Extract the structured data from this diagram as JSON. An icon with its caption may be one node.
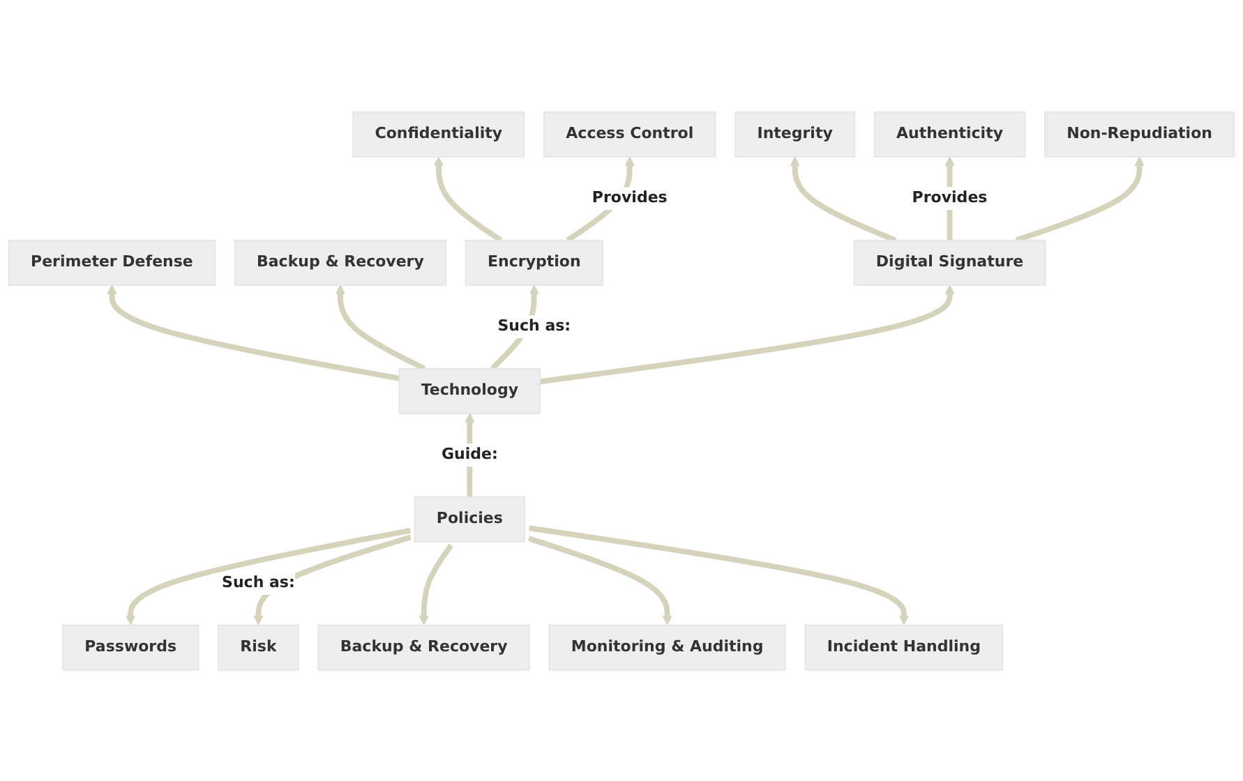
{
  "diagram": {
    "nodes": [
      {
        "text": [
          "Confidentiality"
        ]
      },
      {
        "text": [
          "Access Control"
        ]
      },
      {
        "text": [
          "Integrity"
        ]
      },
      {
        "text": [
          "Authenticity"
        ]
      },
      {
        "text": [
          "Non-Repudiation"
        ]
      },
      {
        "text": [
          "Perimeter Defense"
        ]
      },
      {
        "text": [
          "Backup & Recovery"
        ]
      },
      {
        "text": [
          "Encryption"
        ]
      },
      {
        "text": [
          "Digital Signature"
        ]
      },
      {
        "text": [
          "Technology"
        ]
      },
      {
        "text": [
          "Policies"
        ]
      },
      {
        "text": [
          "Passwords"
        ]
      },
      {
        "text": [
          "Risk"
        ]
      },
      {
        "text": [
          "Backup & Recovery"
        ]
      },
      {
        "text": [
          "Monitoring & Auditing"
        ]
      },
      {
        "text": [
          "Incident Handling"
        ]
      }
    ],
    "edges": [
      {
        "from": 10,
        "to": 9,
        "arrow": "to",
        "label": "Guide:"
      },
      {
        "from": 9,
        "to": 5,
        "arrow": "to"
      },
      {
        "from": 9,
        "to": 6,
        "arrow": "to"
      },
      {
        "from": 9,
        "to": 7,
        "arrow": "to",
        "label": "Such as:"
      },
      {
        "from": 9,
        "to": 8,
        "arrow": "to"
      },
      {
        "from": 7,
        "to": 0,
        "arrow": "to"
      },
      {
        "from": 7,
        "to": 1,
        "arrow": "to",
        "label": "Provides"
      },
      {
        "from": 8,
        "to": 2,
        "arrow": "to"
      },
      {
        "from": 8,
        "to": 3,
        "arrow": "to",
        "label": "Provides"
      },
      {
        "from": 8,
        "to": 4,
        "arrow": "to"
      },
      {
        "from": 10,
        "to": 11,
        "arrow": "to"
      },
      {
        "from": 10,
        "to": 12,
        "arrow": "to",
        "label": "Such as:"
      },
      {
        "from": 10,
        "to": 13,
        "arrow": "to"
      },
      {
        "from": 10,
        "to": 14,
        "arrow": "to"
      },
      {
        "from": 10,
        "to": 15,
        "arrow": "to"
      }
    ]
  }
}
